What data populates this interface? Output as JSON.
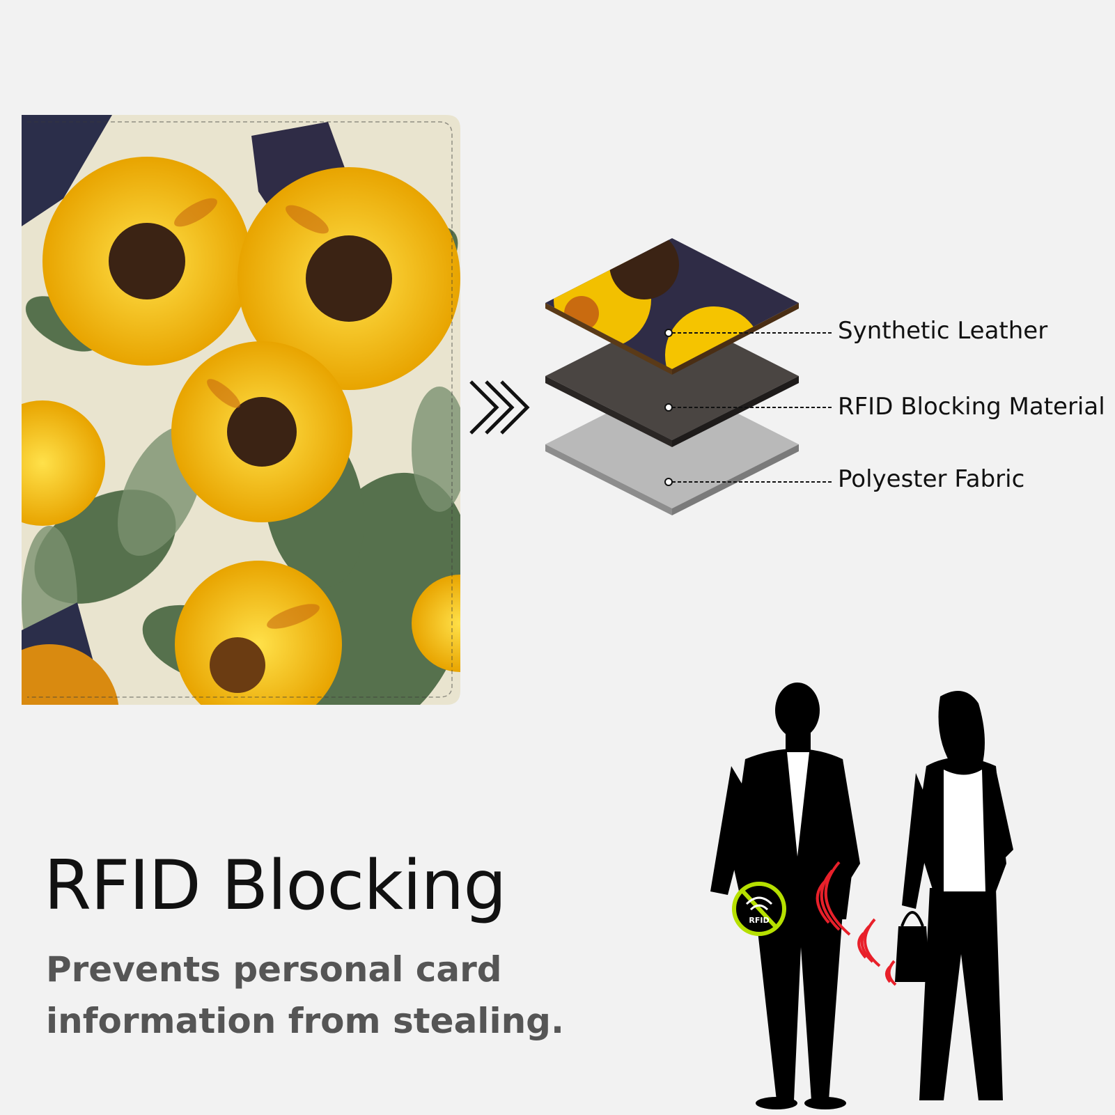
{
  "layers": {
    "items": [
      {
        "label": "Synthetic Leather"
      },
      {
        "label": "RFID Blocking Material"
      },
      {
        "label": "Polyester Fabric"
      }
    ]
  },
  "headline": "RFID Blocking",
  "subtext": "Prevents personal card information from stealing.",
  "rfid_badge_text": "RFID",
  "colors": {
    "background": "#f2f2f2",
    "sunflower_yellow": "#f5c400",
    "rfid_material": "#4a4542",
    "polyester": "#b8b8b8",
    "signal_red": "#e8202a",
    "badge_green": "#b6e000"
  }
}
